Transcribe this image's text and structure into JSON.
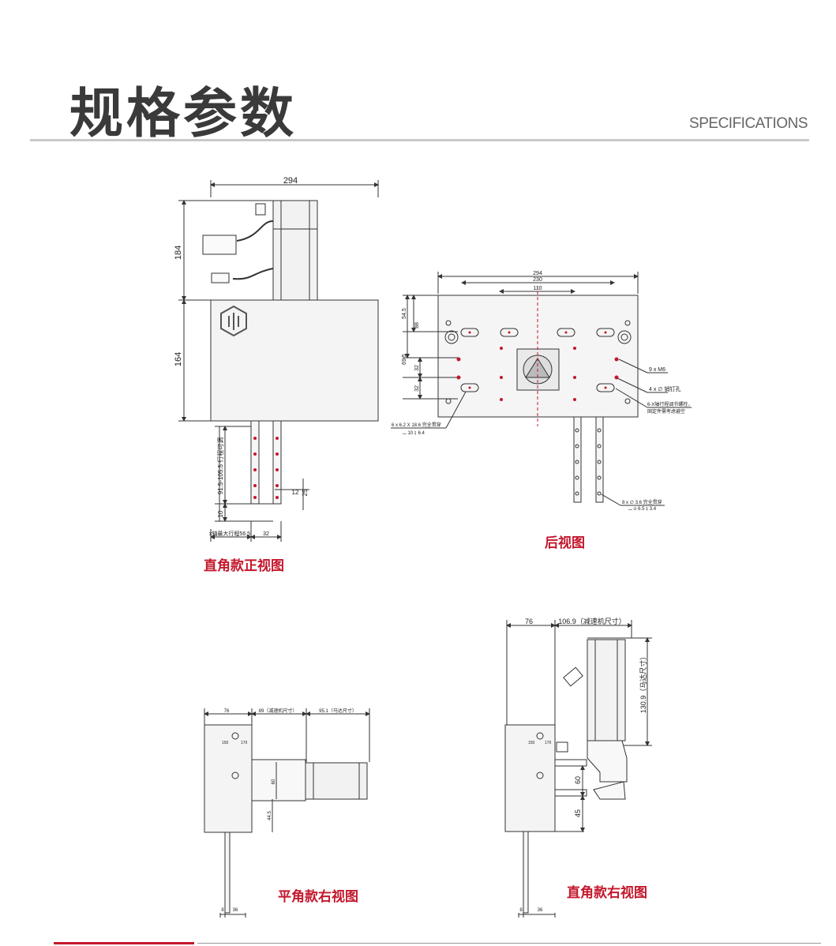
{
  "header": {
    "title": "规格参数",
    "subtitle": "SPECIFICATIONS"
  },
  "views": {
    "front": {
      "caption": "直角款正视图",
      "dim_width": "294",
      "dim_upper": "184",
      "dim_lower": "164",
      "dim_travel": "91.5-105.5 行程可调",
      "dim_10": "10",
      "dim_12": "12",
      "dim_25": "25",
      "dim_stroke": "x轴最大行程56.5",
      "dim_32": "32"
    },
    "rear": {
      "caption": "后视图",
      "dim_294": "294",
      "dim_230": "230",
      "dim_110": "110",
      "dim_54_5": "54.5",
      "dim_88": "88",
      "dim_69_5": "69.5",
      "dim_32a": "32",
      "dim_32b": "32",
      "note_m6": "9 x M6",
      "note_pin": "4 x ∅ 销钉孔",
      "note_adj_1": "6-X轴行程调节螺栓，",
      "note_adj_2": "固定件需考虑避空",
      "note_slot_1": "6 x 6.2 X 18.6 完全贯穿",
      "note_slot_2": "⌴ 10 ↧ 6.4",
      "note_hole_1": "8 x ∅ 3.6 完全贯穿",
      "note_hole_2": "⌴ ∅ 6.5 ↧ 3.4"
    },
    "flat_right": {
      "caption": "平角款右视图",
      "dim_76": "76",
      "dim_reducer": "89（减速机尺寸）",
      "dim_motor": "95.1（马达尺寸）",
      "dim_60": "60",
      "dim_44_5": "44.5",
      "dim_8": "8",
      "dim_36": "36",
      "mark_150": "150",
      "mark_170": "170"
    },
    "right_angle_right": {
      "caption": "直角款右视图",
      "dim_76": "76",
      "dim_reducer": "106.9（减速机尺寸）",
      "dim_motor": "130.9（马达尺寸）",
      "dim_60": "60",
      "dim_45": "45",
      "dim_8": "8",
      "dim_36": "36",
      "mark_150": "150",
      "mark_170": "170"
    }
  },
  "colors": {
    "accent": "#c4172c",
    "line": "#333333",
    "dimline": "#555555",
    "body_fill": "#f4f4f4"
  }
}
